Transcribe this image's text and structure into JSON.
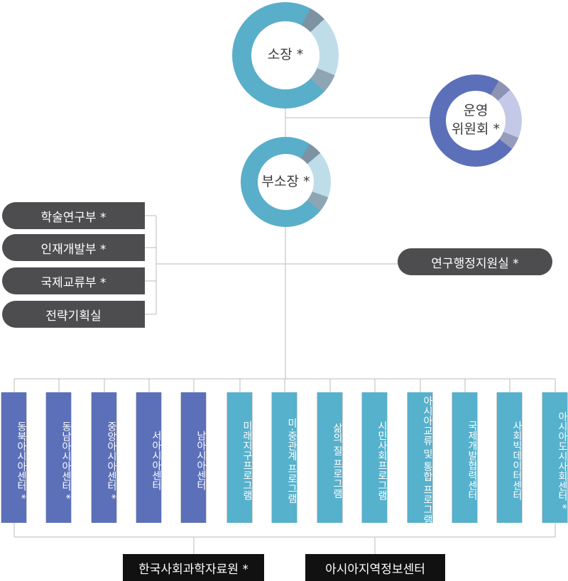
{
  "top": {
    "director": "소장 *",
    "deputy": "부소장 *",
    "committee_line1": "운영",
    "committee_line2": "위원회 *"
  },
  "departments": [
    "학술연구부 *",
    "인재개발부 *",
    "국제교류부 *",
    "전략기획실"
  ],
  "admin_office": "연구행정지원실 *",
  "centers": [
    "동북아시아센터 *",
    "동남아시아센터 *",
    "중앙아시아센터 *",
    "서아시아센터",
    "남아시아센터",
    "미래지구프로그램",
    "미·중관계 프로그램",
    "삶의 질 프로그램",
    "시민사회프로그램",
    "아시아교류 및 통합 프로그램",
    "국제개발협력센터",
    "사회빅데이터센터",
    "아시아도시사회센터 *"
  ],
  "bottom": {
    "left": "한국사회과학자료원 *",
    "right": "아시아지역정보센터"
  },
  "colors": {
    "navy": "#5b70b9",
    "teal": "#56b1cd",
    "dark_gray": "#4d4d4f",
    "black": "#111111"
  }
}
